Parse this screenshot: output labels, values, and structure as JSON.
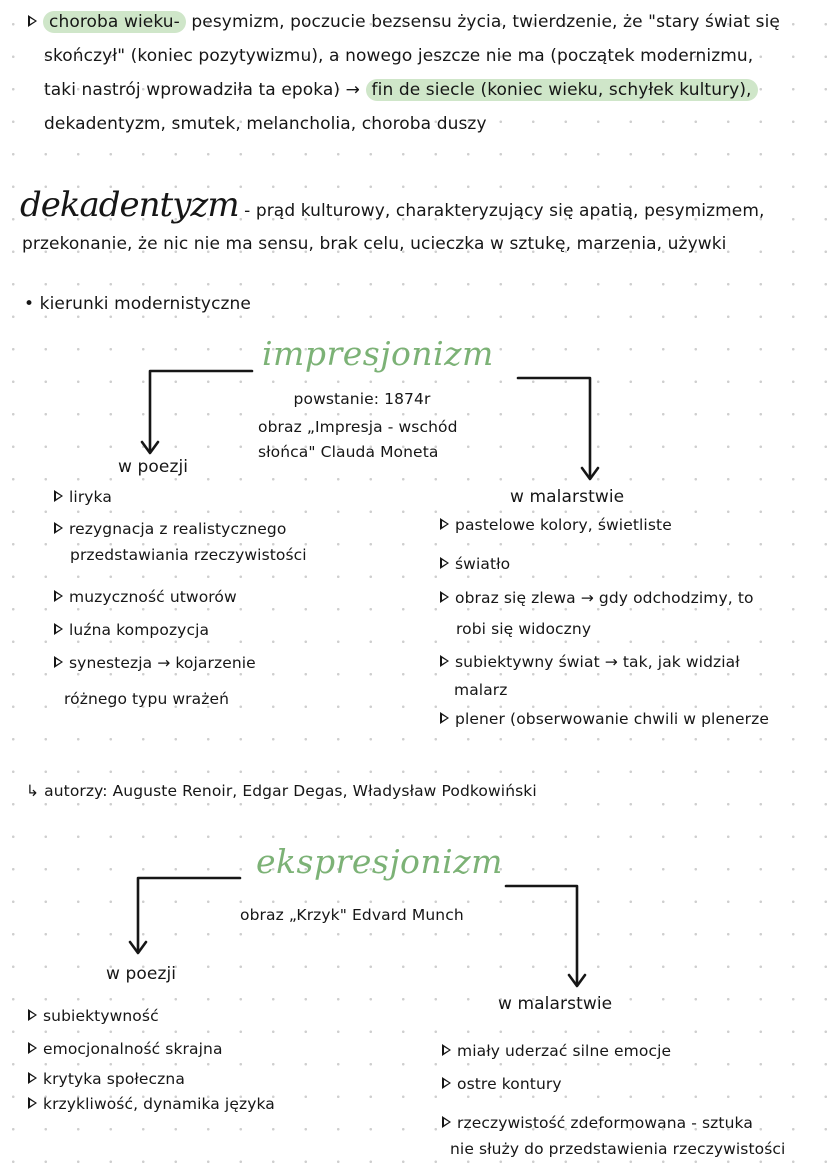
{
  "intro": {
    "line1_term": "choroba wieku-",
    "line1_rest": "pesymizm, poczucie bezsensu życia, twierdzenie, że \"stary świat się",
    "line2": "skończył\" (koniec pozytywizmu), a nowego jeszcze nie ma (początek modernizmu,",
    "line3_start": "taki nastrój wprowadziła ta epoka) →",
    "line3_highlight": "fin de siecle (koniec wieku, schyłek kultury),",
    "line4": "dekadentyzm, smutek, melancholia, choroba duszy"
  },
  "dekadentyzm": {
    "term": "dekadentyzm",
    "dash": " - ",
    "line1": "prąd kulturowy, charakteryzujący się apatią, pesymizmem,",
    "line2": "przekonanie, że nic nie ma sensu, brak celu, ucieczka  w sztukę, marzenia, używki"
  },
  "section_bullet": "kierunki modernistyczne",
  "impresjonizm": {
    "title": "impresjonizm",
    "info": [
      "powstanie: 1874r",
      "obraz „Impresja - wschód",
      "słońca\" Clauda Moneta"
    ],
    "poetry_label": "w poezji",
    "poetry_items": [
      [
        "liryka"
      ],
      [
        "rezygnacja z realistycznego",
        "przedstawiania rzeczywistości"
      ],
      [
        "muzyczność utworów"
      ],
      [
        "luźna kompozycja"
      ],
      [
        "synestezja → kojarzenie",
        "różnego typu wrażeń"
      ]
    ],
    "painting_label": "w malarstwie",
    "painting_items": [
      [
        "pastelowe kolory, świetliste"
      ],
      [
        "światło"
      ],
      [
        "obraz się zlewa → gdy odchodzimy, to",
        "robi się widoczny"
      ],
      [
        "subiektywny świat → tak, jak widział",
        "malarz"
      ],
      [
        "plener (obserwowanie chwili w plenerze"
      ]
    ],
    "authors": "↳ autorzy: Auguste Renoir, Edgar Degas, Władysław Podkowiński"
  },
  "ekspresjonizm": {
    "title": "ekspresjonizm",
    "info": "obraz „Krzyk\" Edvard Munch",
    "poetry_label": "w poezji",
    "poetry_items": [
      [
        "subiektywność"
      ],
      [
        "emocjonalność skrajna"
      ],
      [
        "krytyka społeczna"
      ],
      [
        "krzykliwość, dynamika języka"
      ]
    ],
    "painting_label": "w malarstwie",
    "painting_items": [
      [
        "miały uderzać silne emocje"
      ],
      [
        "ostre kontury"
      ],
      [
        "rzeczywistość zdeformowana - sztuka",
        "nie służy do przedstawienia rzeczywistości"
      ]
    ]
  },
  "colors": {
    "highlight": "#cfe6c9",
    "title_green": "#7cb276",
    "ink": "#161616"
  }
}
